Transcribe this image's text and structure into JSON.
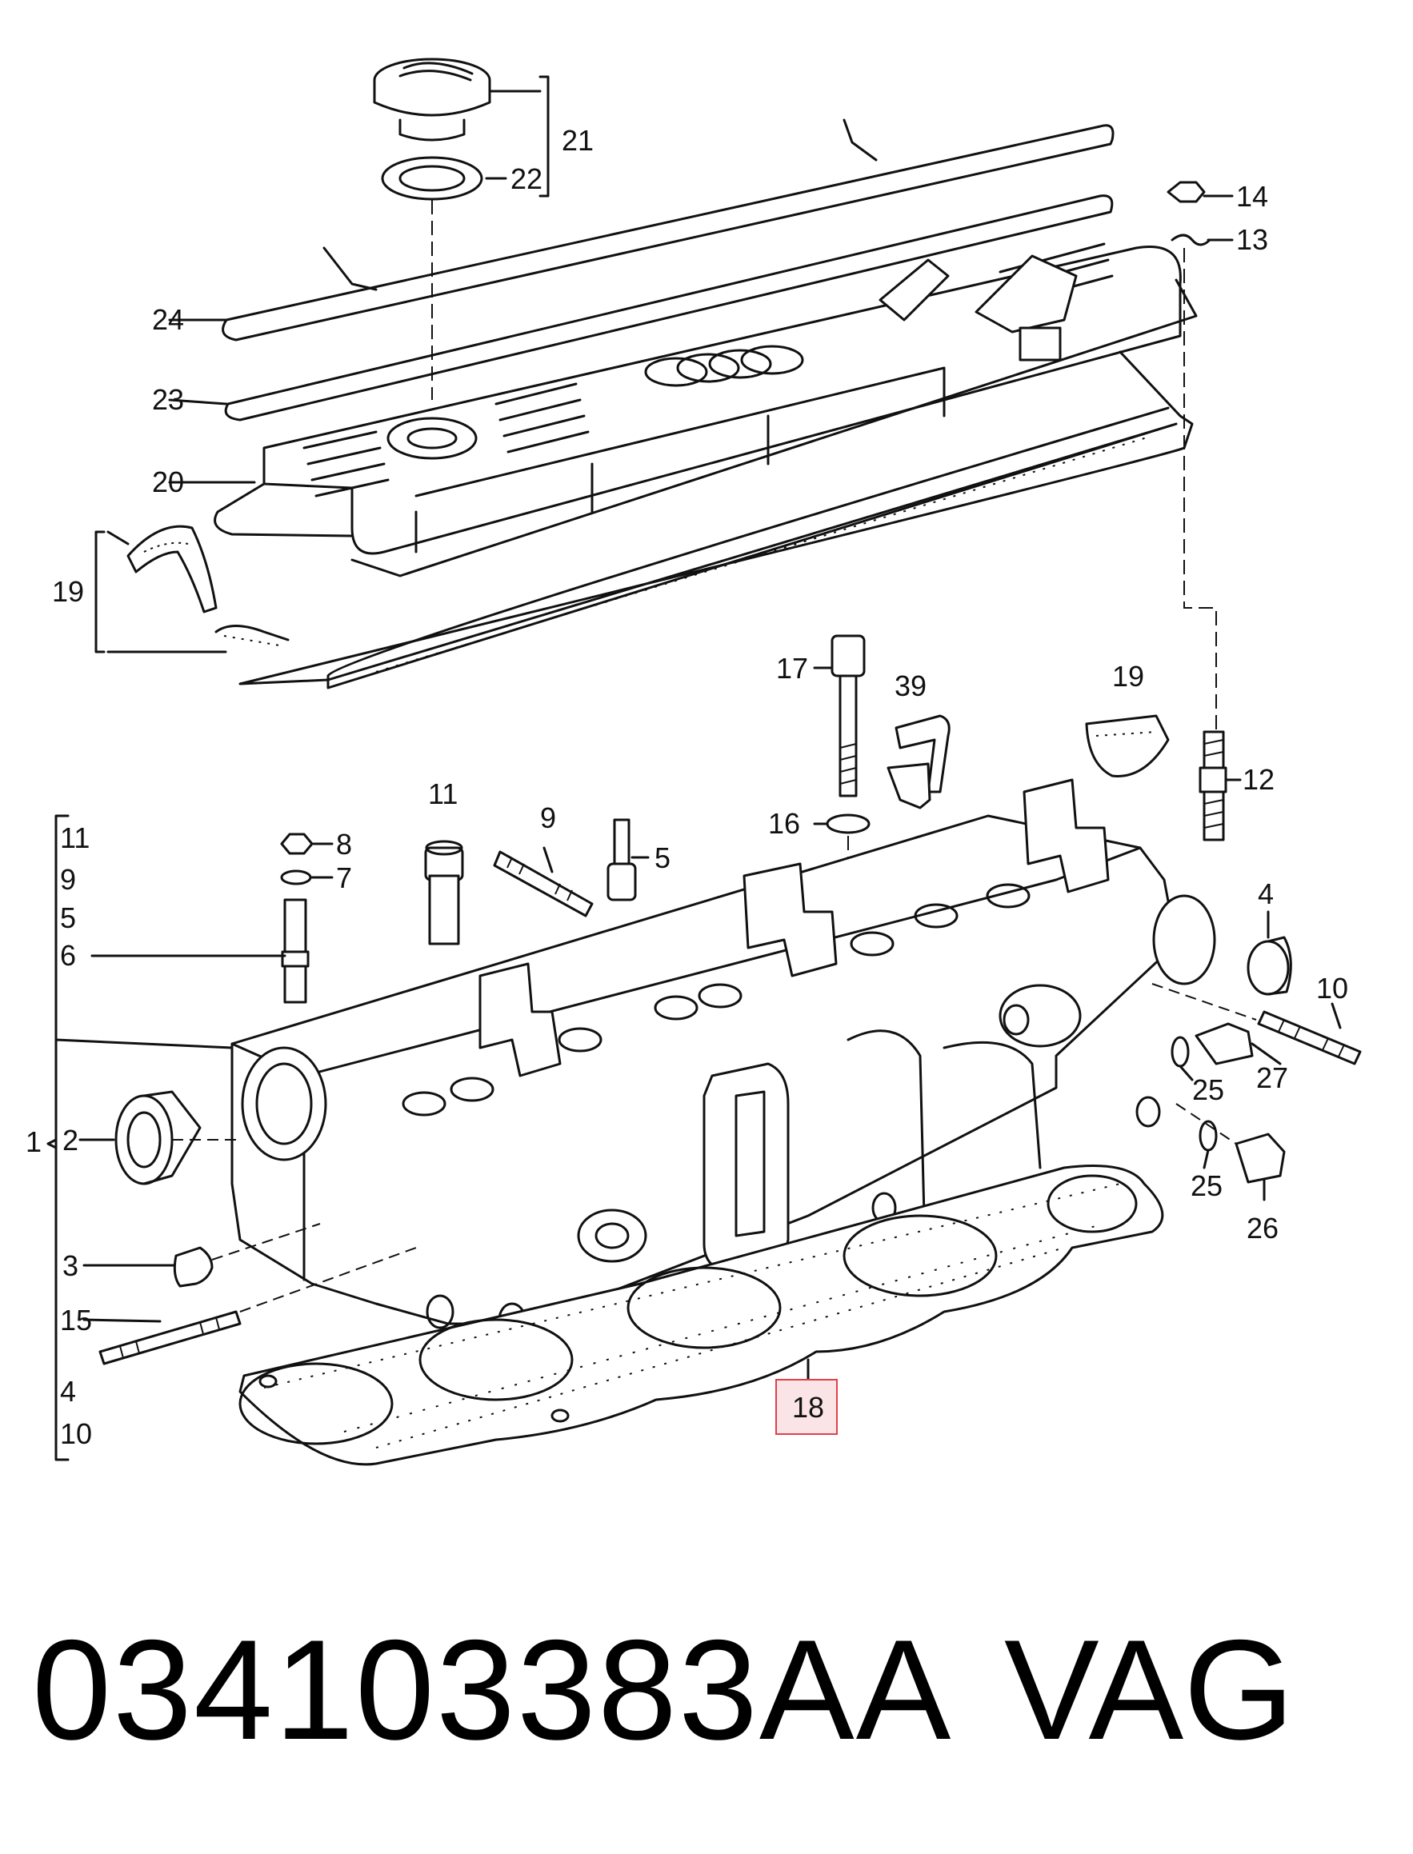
{
  "diagram": {
    "callouts": [
      "21",
      "22",
      "14",
      "13",
      "24",
      "23",
      "20",
      "19",
      "17",
      "39",
      "19",
      "11",
      "12",
      "8",
      "7",
      "9",
      "5",
      "16",
      "4",
      "10",
      "25",
      "27",
      "25",
      "26",
      "2",
      "3",
      "15",
      "18",
      "6"
    ],
    "bracket_left_labels": [
      "11",
      "9",
      "5",
      "6",
      "4",
      "10"
    ],
    "bracket_main_label": "1",
    "highlighted_callout": "18",
    "highlight_color": "#e0404a"
  },
  "footer": {
    "part_number": "034103383AA",
    "brand": "VAG"
  }
}
